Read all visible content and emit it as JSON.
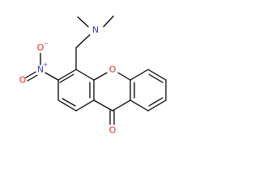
{
  "molecule": {
    "atoms": {
      "amine_n": {
        "symbol": "N",
        "color": "#3333cc"
      },
      "nitro_n": {
        "symbol": "N",
        "color": "#3333cc",
        "charge": "+"
      },
      "nitro_o_single": {
        "symbol": "O",
        "color": "#e8281e",
        "charge": "−"
      },
      "nitro_o_double": {
        "symbol": "O",
        "color": "#e8281e"
      },
      "ring_o": {
        "symbol": "O",
        "color": "#e8281e"
      },
      "carbonyl_o": {
        "symbol": "O",
        "color": "#e8281e"
      }
    },
    "bond_color": "#000000"
  }
}
